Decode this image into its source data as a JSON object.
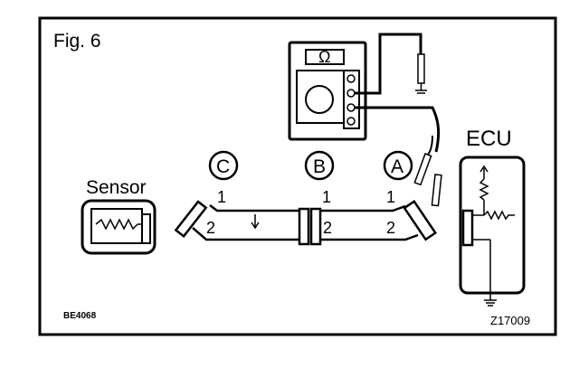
{
  "figure": {
    "title": "Fig. 6",
    "code_left": "BE4068",
    "code_right": "Z17009"
  },
  "meter": {
    "display": "Ω"
  },
  "labels": {
    "sensor": "Sensor",
    "ecu": "ECU",
    "connector_c": "C",
    "connector_b": "B",
    "connector_a": "A"
  },
  "pins": {
    "c1": "1",
    "c2": "2",
    "b1": "1",
    "b2": "2",
    "a1": "1",
    "a2": "2"
  }
}
